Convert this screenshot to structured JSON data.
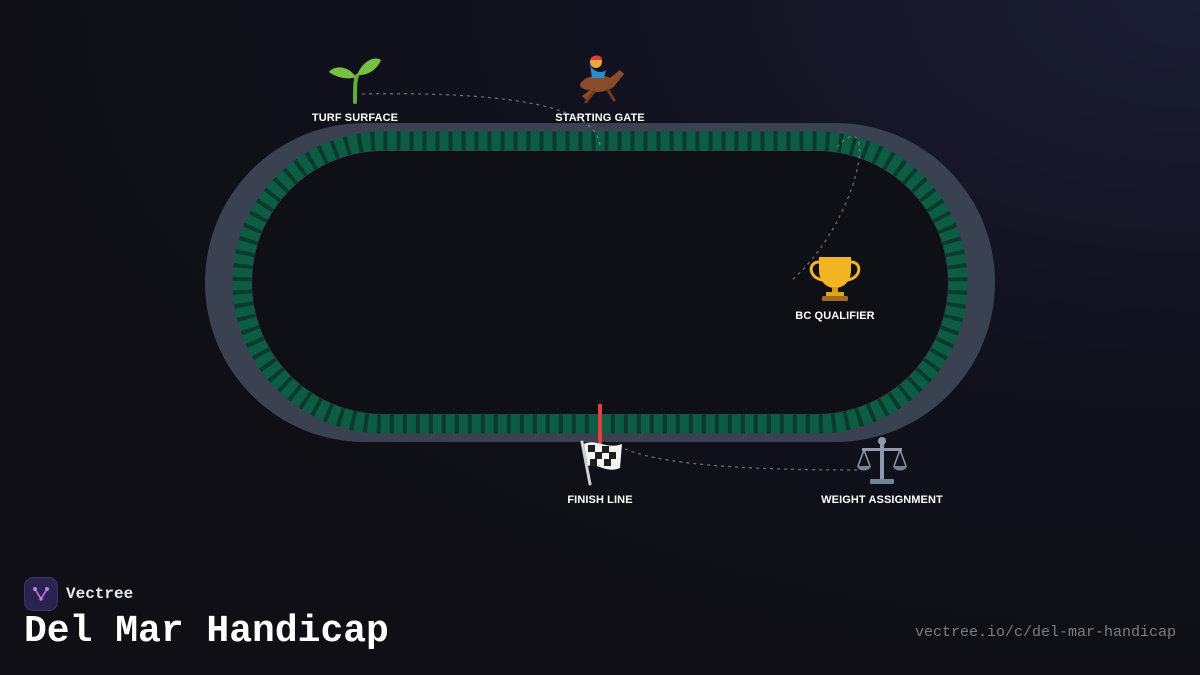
{
  "diagram": {
    "track": {
      "outer_color": "#3a4150",
      "rail_color": "#0d5c44",
      "rail_dark_color": "#0a3a2c",
      "infield_color": "#0f0f16",
      "finish_post_color": "#e0413c"
    },
    "connector_color": "#8a8a96",
    "nodes": {
      "turf_surface": {
        "label": "TURF SURFACE",
        "icon": "seedling-icon"
      },
      "starting_gate": {
        "label": "STARTING GATE",
        "icon": "horse-racing-icon"
      },
      "bc_qualifier": {
        "label": "BC QUALIFIER",
        "icon": "trophy-icon"
      },
      "finish_line": {
        "label": "FINISH LINE",
        "icon": "checkered-flag-icon"
      },
      "weight_assignment": {
        "label": "WEIGHT ASSIGNMENT",
        "icon": "scales-icon"
      }
    }
  },
  "footer": {
    "brand_name": "Vectree",
    "brand_icon": "vectree-logo-icon",
    "brand_color": "#2a2350",
    "title": "Del Mar Handicap",
    "url": "vectree.io/c/del-mar-handicap"
  }
}
